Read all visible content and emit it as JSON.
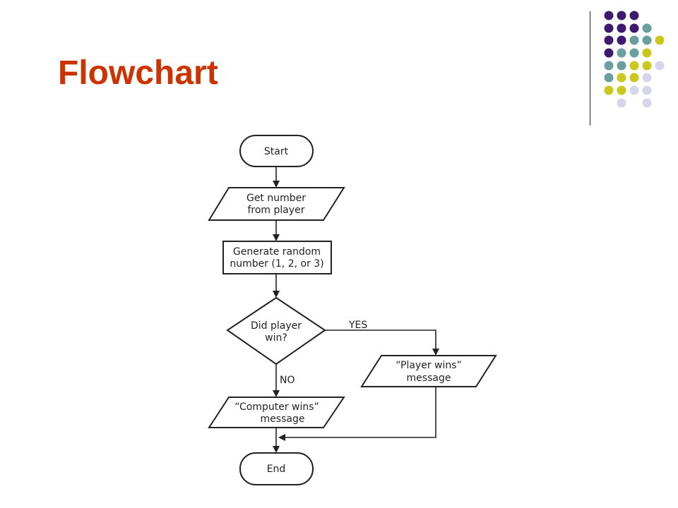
{
  "slide": {
    "title": "Flowchart",
    "title_color": "#cc3300"
  },
  "decor": {
    "dot_colors": {
      "purple": "#3d1a6e",
      "teal": "#6b9e9e",
      "lime": "#c8c81e",
      "lavender": "#d6d6ea"
    },
    "divider_color": "#222222"
  },
  "flowchart": {
    "start": {
      "text": "Start"
    },
    "input": {
      "line1": "Get number",
      "line2": "from player"
    },
    "process": {
      "line1": "Generate random",
      "line2": "number (1, 2, or 3)"
    },
    "decision": {
      "line1": "Did player",
      "line2": "win?"
    },
    "yes_label": "YES",
    "no_label": "NO",
    "player_wins": {
      "line1": "“Player wins”",
      "line2": "message"
    },
    "computer_wins": {
      "line1": "“Computer wins”",
      "line2": "message"
    },
    "end": {
      "text": "End"
    }
  }
}
